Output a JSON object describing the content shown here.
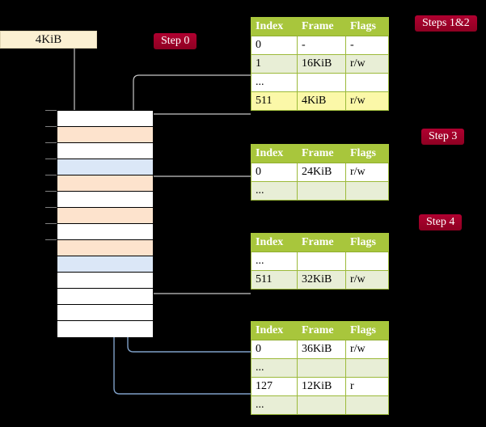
{
  "diagram": {
    "title_blocks": {
      "kib_box_label": "4KiB"
    },
    "steps": [
      {
        "name": "step-0",
        "label": "Step 0"
      },
      {
        "name": "steps-1-2",
        "label": "Steps 1&2"
      },
      {
        "name": "step-3",
        "label": "Step 3"
      },
      {
        "name": "step-4",
        "label": "Step 4"
      }
    ],
    "table_headers": [
      "Index",
      "Frame",
      "Flags"
    ],
    "tables": [
      {
        "name": "page-table-level-1",
        "rows": [
          {
            "index": "0",
            "frame": "-",
            "flags": "-",
            "style": "plain",
            "highlight": false
          },
          {
            "index": "1",
            "frame": "16KiB",
            "flags": "r/w",
            "style": "alt",
            "highlight": false
          },
          {
            "index": "...",
            "frame": "",
            "flags": "",
            "style": "plain",
            "highlight": false
          },
          {
            "index": "511",
            "frame": "4KiB",
            "flags": "r/w",
            "style": "alt",
            "highlight": true
          }
        ]
      },
      {
        "name": "page-table-level-2",
        "rows": [
          {
            "index": "0",
            "frame": "24KiB",
            "flags": "r/w",
            "style": "plain",
            "highlight": false
          },
          {
            "index": "...",
            "frame": "",
            "flags": "",
            "style": "alt",
            "highlight": false
          }
        ]
      },
      {
        "name": "page-table-level-3",
        "rows": [
          {
            "index": "...",
            "frame": "",
            "flags": "",
            "style": "plain",
            "highlight": false
          },
          {
            "index": "511",
            "frame": "32KiB",
            "flags": "r/w",
            "style": "alt",
            "highlight": false
          }
        ]
      },
      {
        "name": "page-table-level-4",
        "rows": [
          {
            "index": "0",
            "frame": "36KiB",
            "flags": "r/w",
            "style": "plain",
            "highlight": false
          },
          {
            "index": "...",
            "frame": "",
            "flags": "",
            "style": "alt",
            "highlight": false
          },
          {
            "index": "127",
            "frame": "12KiB",
            "flags": "r",
            "style": "plain",
            "highlight": false
          },
          {
            "index": "...",
            "frame": "",
            "flags": "",
            "style": "alt",
            "highlight": false
          }
        ]
      }
    ],
    "memory_column": {
      "name": "physical-memory-column",
      "row_count": 14,
      "rows": [
        {
          "fill": "white"
        },
        {
          "fill": "orange"
        },
        {
          "fill": "white"
        },
        {
          "fill": "blue"
        },
        {
          "fill": "orange"
        },
        {
          "fill": "white"
        },
        {
          "fill": "orange"
        },
        {
          "fill": "white"
        },
        {
          "fill": "orange"
        },
        {
          "fill": "blue"
        },
        {
          "fill": "white"
        },
        {
          "fill": "white"
        },
        {
          "fill": "white"
        },
        {
          "fill": "white"
        }
      ]
    },
    "colors": {
      "badge": "#a3002a",
      "table_header": "#a8c63c",
      "table_alt_row": "#e8eed6",
      "highlight": "#fbf8a8",
      "frame_orange": "#fde3cd",
      "frame_blue": "#dbe7f7",
      "box_cream": "#fbf0d2",
      "wire_gray": "#bdbdbd",
      "wire_blue": "#7fa0c8",
      "background": "#000000"
    }
  }
}
